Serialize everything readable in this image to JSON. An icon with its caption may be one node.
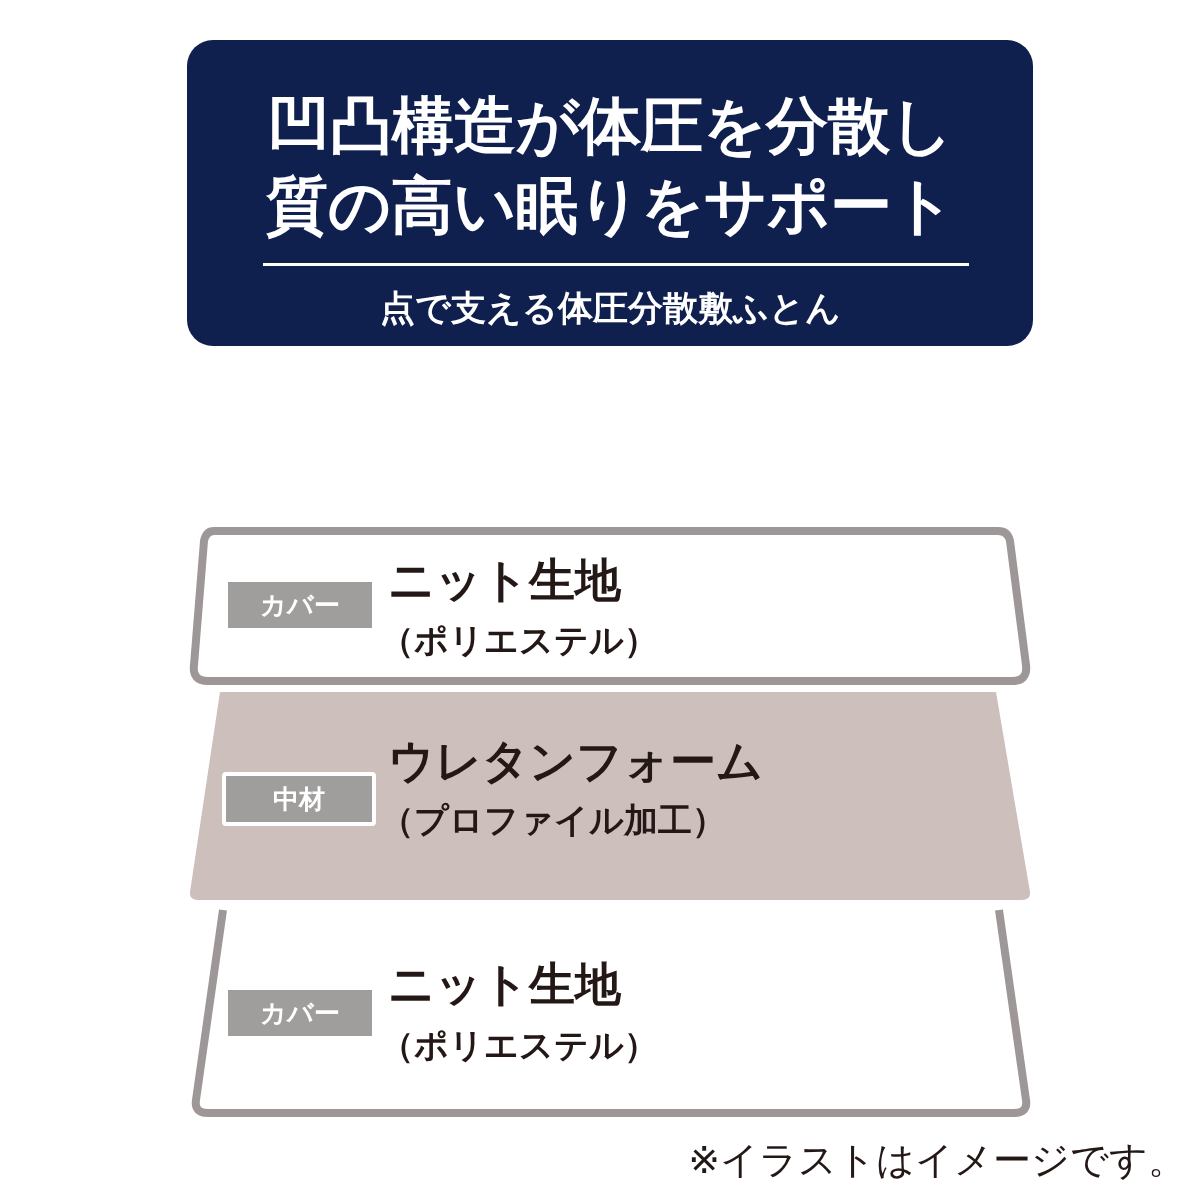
{
  "diagram": {
    "nodes": [
      {
        "text": [
          "凹凸構造が体圧を分散し質の高い眠りをサポート",
          "点で支える体圧分散敷ふとん"
        ]
      },
      {
        "text": [
          "ニット生地",
          "（ポリエステル）"
        ]
      },
      {
        "text": [
          "カバー"
        ],
        "in": 1
      },
      {
        "text": [
          "ウレタンフォーム",
          "（プロファイル加工）"
        ]
      },
      {
        "text": [
          "中材"
        ],
        "in": 3
      },
      {
        "text": [
          "ニット生地",
          "（ポリエステル）"
        ]
      },
      {
        "text": [
          "カバー"
        ],
        "in": 5
      }
    ],
    "labels": [
      "※イラストはイメージです。"
    ]
  }
}
